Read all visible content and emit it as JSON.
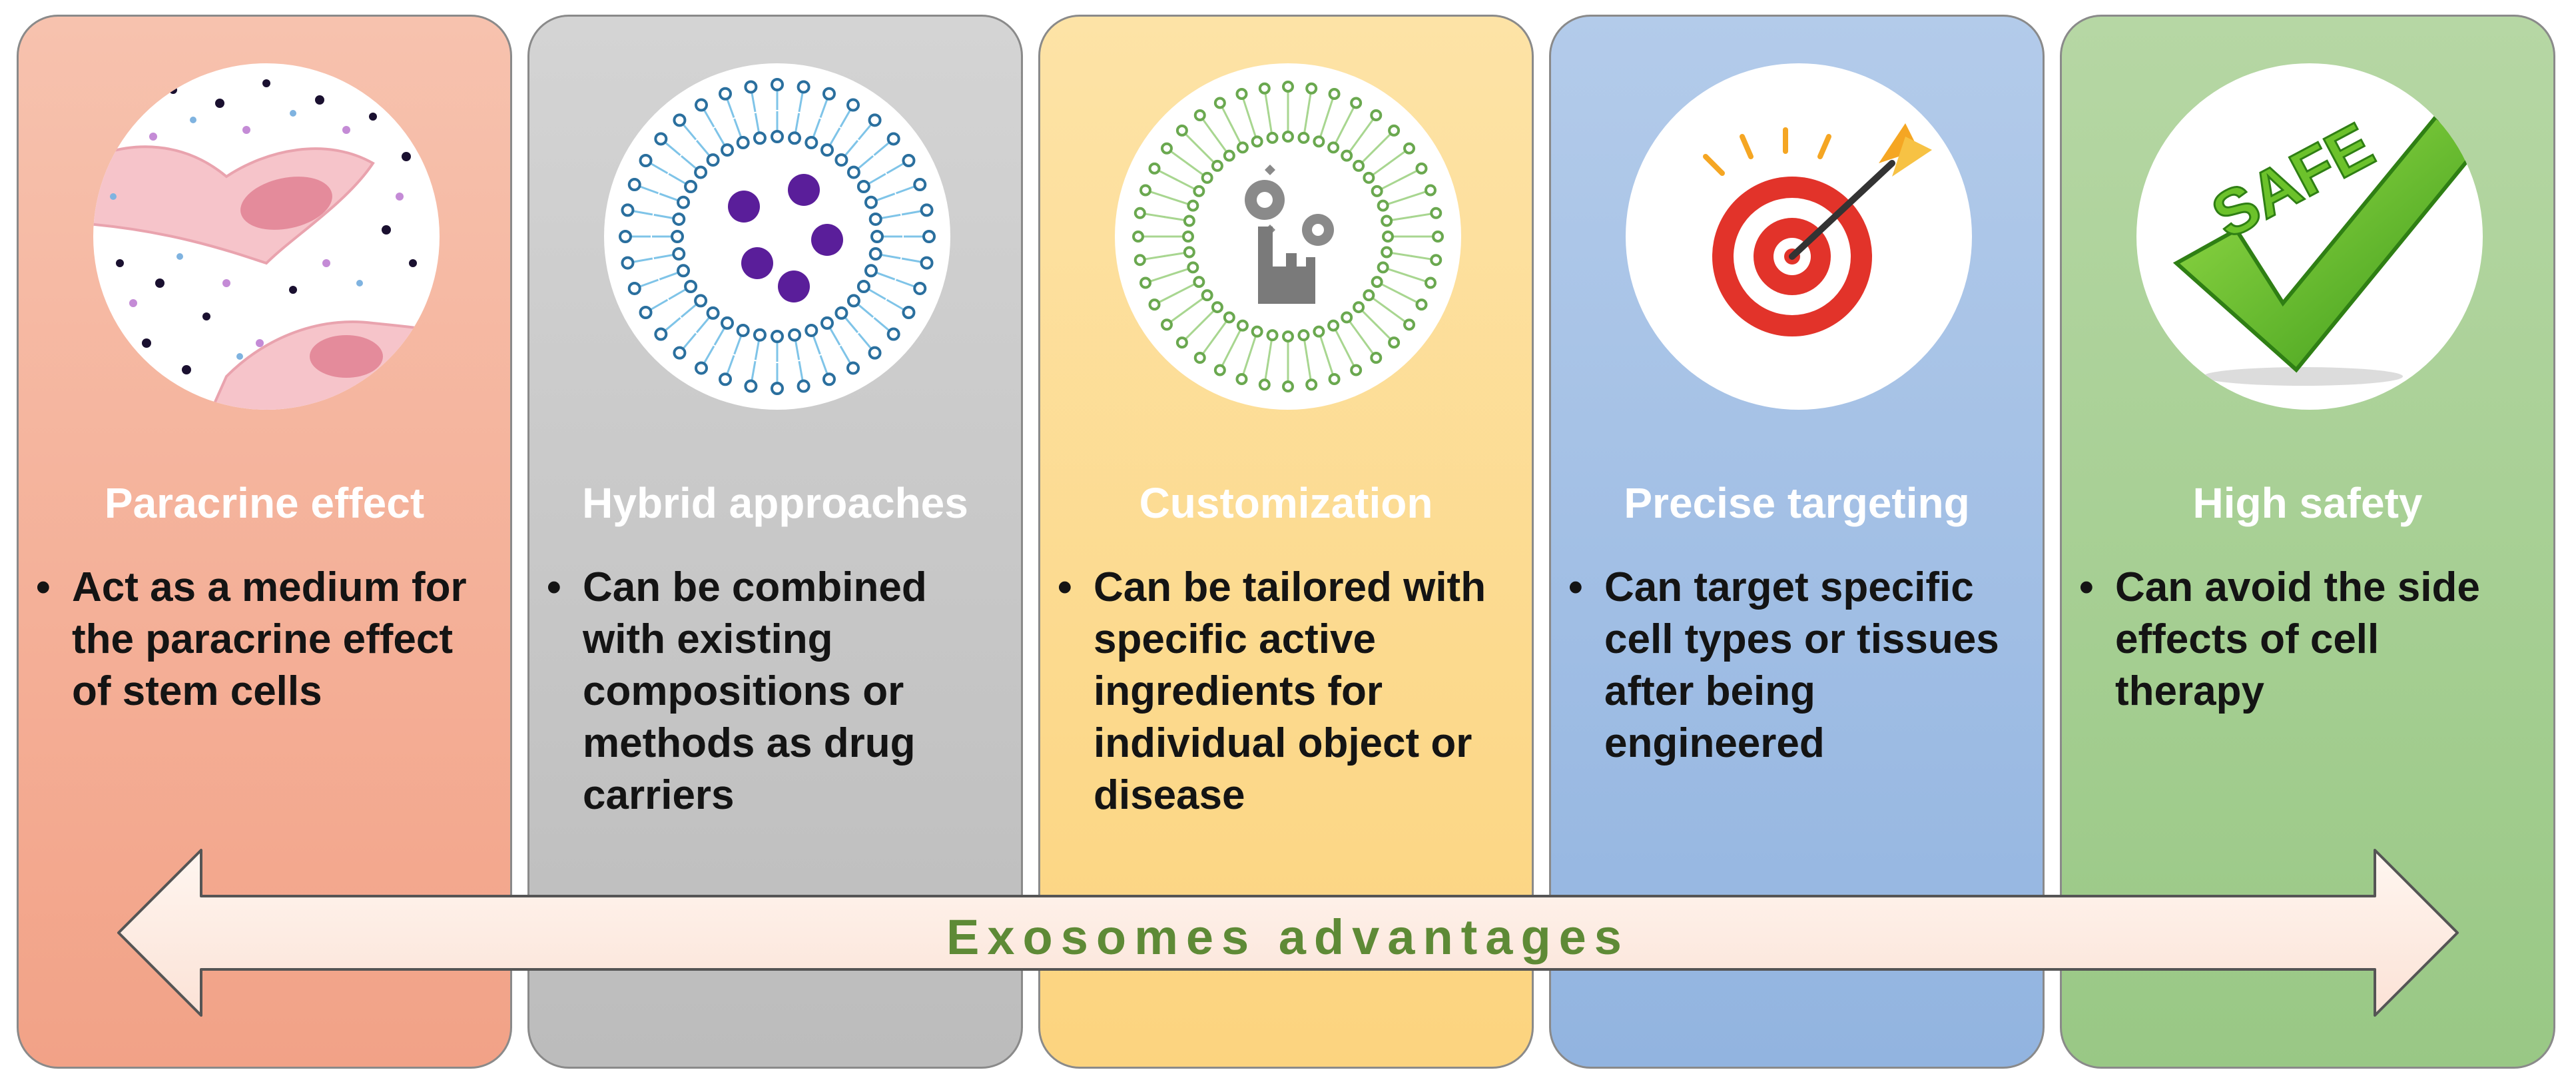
{
  "panels": [
    {
      "title": "Paracrine effect",
      "bullet": "•",
      "text": "Act as a medium for the paracrine effect of stem cells",
      "icon": "stem-cell-icon"
    },
    {
      "title": "Hybrid approaches",
      "bullet": "•",
      "text": "Can be combined with existing compositions or methods as drug carriers",
      "icon": "liposome-icon"
    },
    {
      "title": "Customization",
      "bullet": "•",
      "text": "Can be tailored with specific active ingredients for individual object or disease",
      "icon": "gears-hand-icon"
    },
    {
      "title": "Precise targeting",
      "bullet": "•",
      "text": "Can target specific cell types or tissues after being engineered",
      "icon": "target-arrow-icon"
    },
    {
      "title": "High safety",
      "bullet": "•",
      "text": "Can avoid the side effects of cell therapy",
      "icon": "safe-checkmark-icon",
      "badge": "SAFE"
    }
  ],
  "arrow": {
    "label": "Exosomes advantages"
  },
  "colors": {
    "panel1": "#f2a287",
    "panel2": "#bcbcbc",
    "panel3": "#fcd47f",
    "panel4": "#92b4e0",
    "panel5": "#99c885",
    "label": "#5e8a36"
  }
}
